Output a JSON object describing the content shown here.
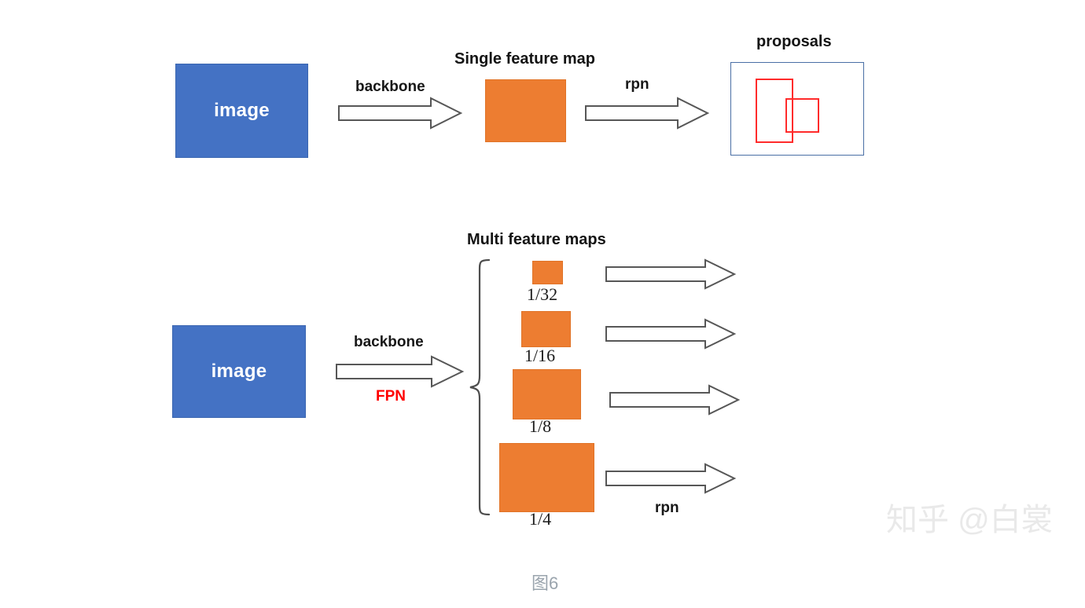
{
  "figure": {
    "caption": "图6",
    "watermark": "知乎 @白裳"
  },
  "colors": {
    "image_block": "#4472C4",
    "feature_map": "#ED7D31",
    "proposal_box_border": "#FF2B2B",
    "proposal_frame_border": "#4a6fa5",
    "arrow_stroke": "#575757",
    "fpn_label": "#FF0000"
  },
  "single_scale": {
    "title": "Single feature map",
    "input_label": "image",
    "backbone_label": "backbone",
    "rpn_label": "rpn",
    "proposals_title": "proposals",
    "proposal_count": 2
  },
  "multi_scale": {
    "title": "Multi feature maps",
    "input_label": "image",
    "backbone_label": "backbone",
    "fpn_label": "FPN",
    "rpn_label": "rpn",
    "levels": [
      {
        "scale": "1/32"
      },
      {
        "scale": "1/16"
      },
      {
        "scale": "1/8"
      },
      {
        "scale": "1/4"
      }
    ]
  }
}
